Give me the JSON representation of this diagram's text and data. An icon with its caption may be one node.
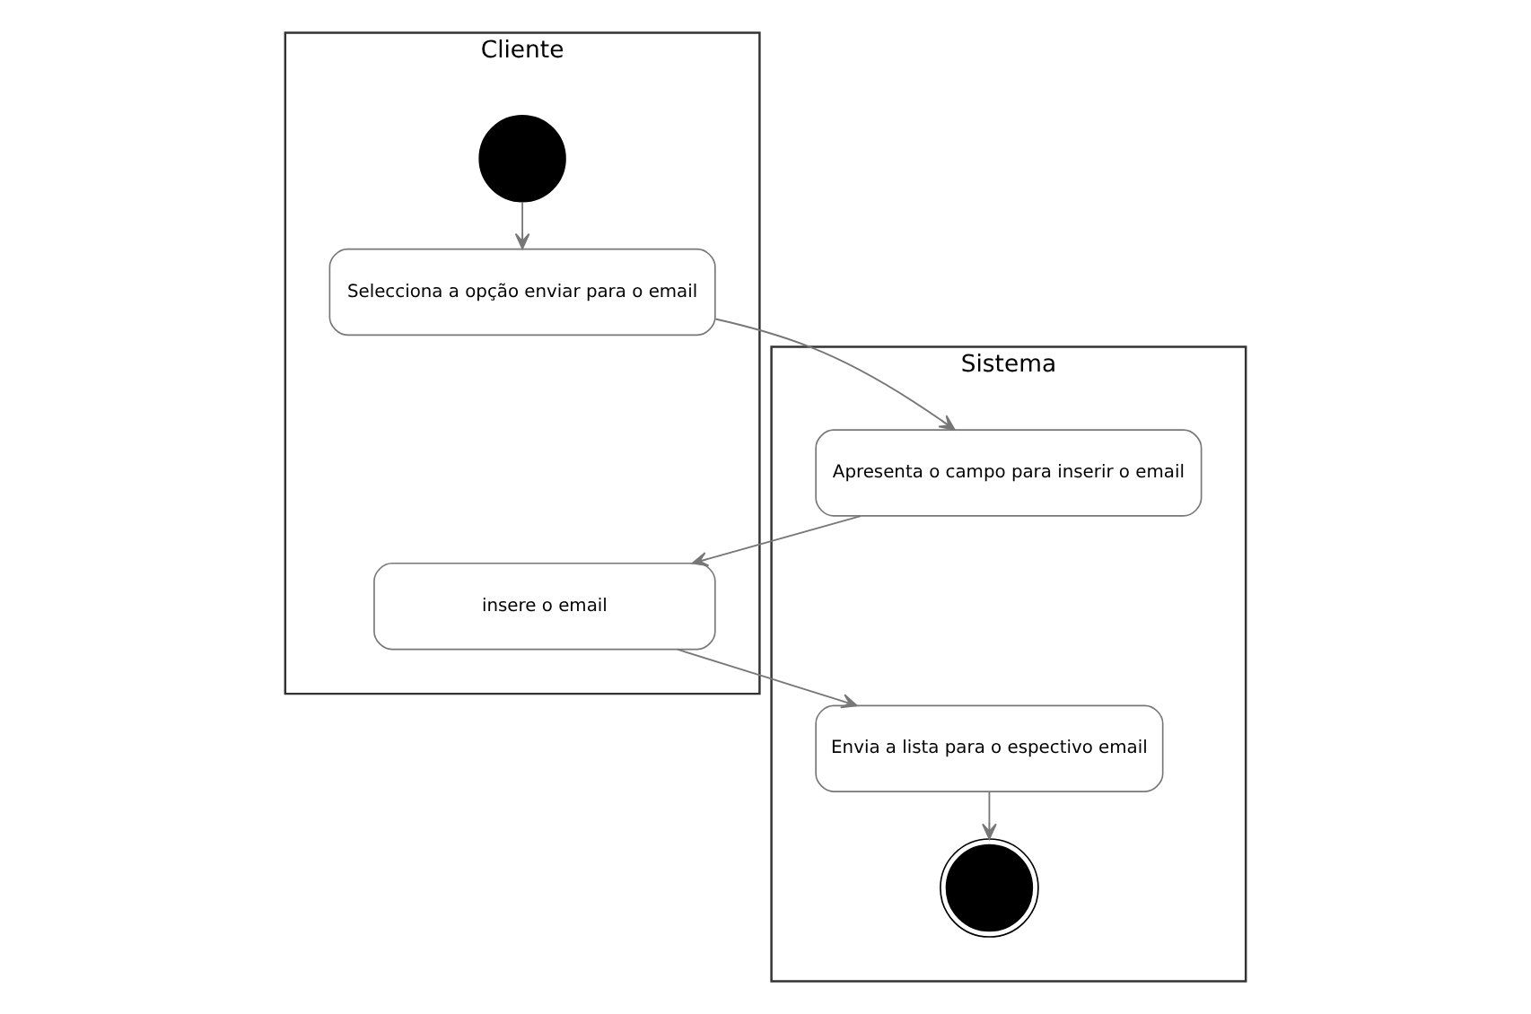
{
  "diagram": {
    "nodes": [
      {
        "text": [
          "Cliente"
        ]
      },
      {
        "text": [
          "Sistema"
        ]
      },
      {
        "text": [],
        "shape": "circle",
        "in": 0
      },
      {
        "text": [
          "Selecciona a opção enviar para o email"
        ],
        "in": 0
      },
      {
        "text": [
          "Apresenta o campo para inserir o email"
        ],
        "in": 1
      },
      {
        "text": [
          "insere o email"
        ],
        "in": 0
      },
      {
        "text": [
          "Envia a lista para o espectivo email"
        ],
        "in": 1
      },
      {
        "text": [],
        "shape": "bullseye",
        "in": 1
      }
    ],
    "edges": [
      {
        "from": 2,
        "to": 3,
        "arrow": "to"
      },
      {
        "from": 3,
        "to": 4,
        "arrow": "to"
      },
      {
        "from": 4,
        "to": 5,
        "arrow": "to"
      },
      {
        "from": 5,
        "to": 6,
        "arrow": "to"
      },
      {
        "from": 6,
        "to": 7,
        "arrow": "to"
      }
    ]
  }
}
